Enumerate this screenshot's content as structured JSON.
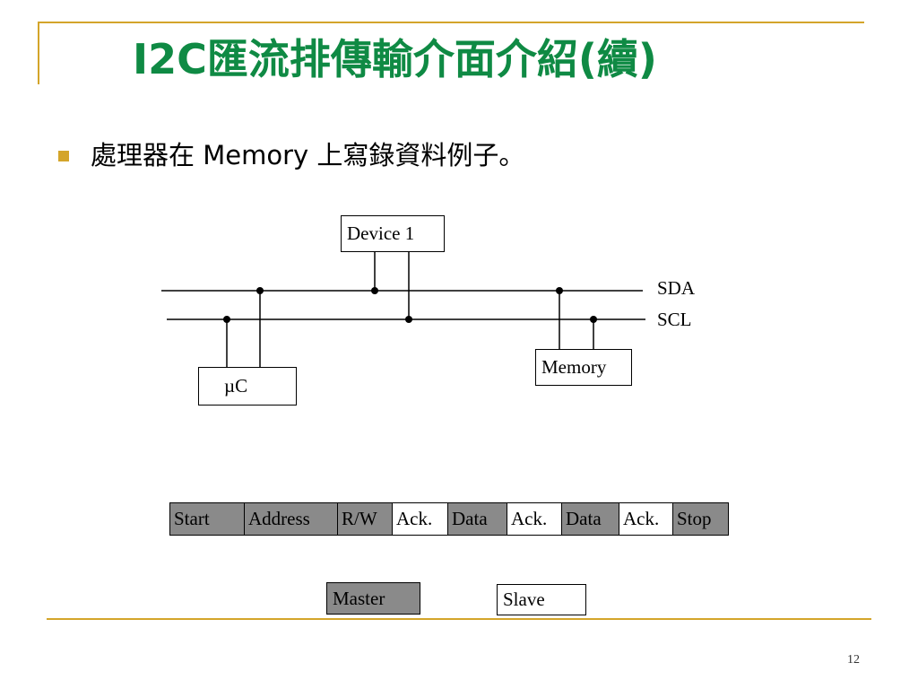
{
  "slide": {
    "title": "I2C匯流排傳輸介面介紹(續)",
    "bullet": {
      "prefix": "處理器在 ",
      "keyword": "Memory",
      "suffix": " 上寫錄資料例子。"
    },
    "page_number": "12"
  },
  "diagram": {
    "device_label": "Device 1",
    "uc_label": "µC",
    "memory_label": "Memory",
    "sda_label": "SDA",
    "scl_label": "SCL"
  },
  "sequence": {
    "cells": [
      {
        "label": "Start",
        "role": "master"
      },
      {
        "label": "Address",
        "role": "master"
      },
      {
        "label": "R/W",
        "role": "master"
      },
      {
        "label": "Ack.",
        "role": "slave"
      },
      {
        "label": "Data",
        "role": "master"
      },
      {
        "label": "Ack.",
        "role": "slave"
      },
      {
        "label": "Data",
        "role": "master"
      },
      {
        "label": "Ack.",
        "role": "slave"
      },
      {
        "label": "Stop",
        "role": "master"
      }
    ]
  },
  "legend": {
    "master_label": "Master",
    "slave_label": "Slave"
  },
  "colors": {
    "title": "#0f8a44",
    "accent": "#d4a52a",
    "master_fill": "#8a8a8a",
    "slave_fill": "#ffffff"
  }
}
